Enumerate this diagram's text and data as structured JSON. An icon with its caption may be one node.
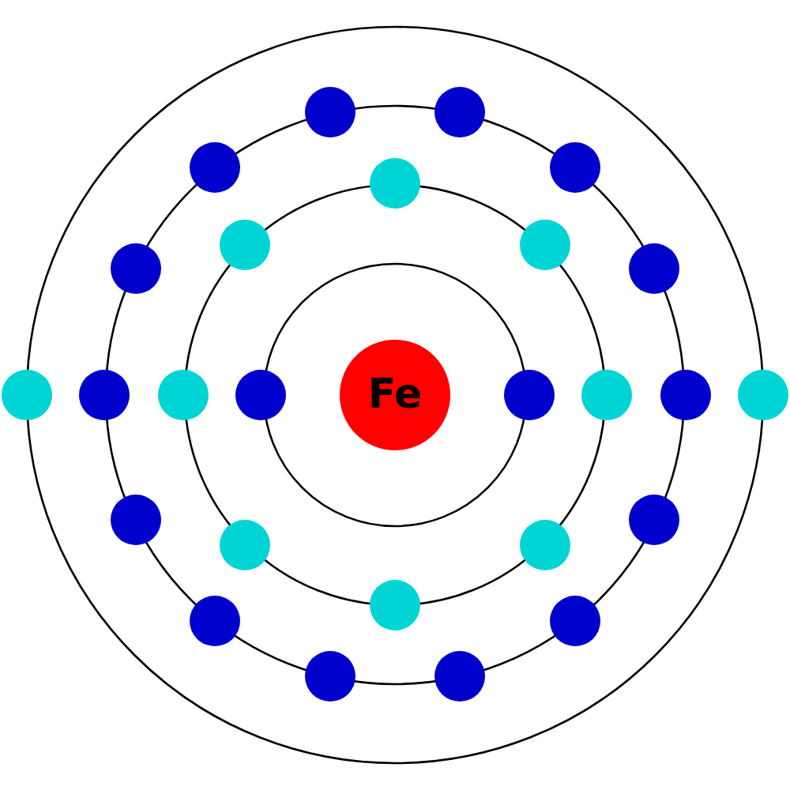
{
  "diagram": {
    "nodes": [
      {
        "text": [
          "Fe"
        ]
      },
      {
        "text": [],
        "shape": "circle"
      },
      {
        "text": [],
        "shape": "circle"
      },
      {
        "text": [],
        "shape": "circle"
      },
      {
        "text": [],
        "shape": "circle"
      },
      {
        "text": [],
        "shape": "circle"
      },
      {
        "text": [],
        "shape": "circle"
      },
      {
        "text": [],
        "shape": "circle"
      },
      {
        "text": [],
        "shape": "circle"
      },
      {
        "text": [],
        "shape": "circle"
      },
      {
        "text": [],
        "shape": "circle"
      },
      {
        "text": [],
        "shape": "circle"
      },
      {
        "text": [],
        "shape": "circle"
      },
      {
        "text": [],
        "shape": "circle"
      },
      {
        "text": [],
        "shape": "circle"
      },
      {
        "text": [],
        "shape": "circle"
      },
      {
        "text": [],
        "shape": "circle"
      },
      {
        "text": [],
        "shape": "circle"
      },
      {
        "text": [],
        "shape": "circle"
      },
      {
        "text": [],
        "shape": "circle"
      },
      {
        "text": [],
        "shape": "circle"
      },
      {
        "text": [],
        "shape": "circle"
      },
      {
        "text": [],
        "shape": "circle"
      },
      {
        "text": [],
        "shape": "circle"
      },
      {
        "text": [],
        "shape": "circle"
      },
      {
        "text": [],
        "shape": "circle"
      },
      {
        "text": [],
        "shape": "circle"
      }
    ]
  }
}
